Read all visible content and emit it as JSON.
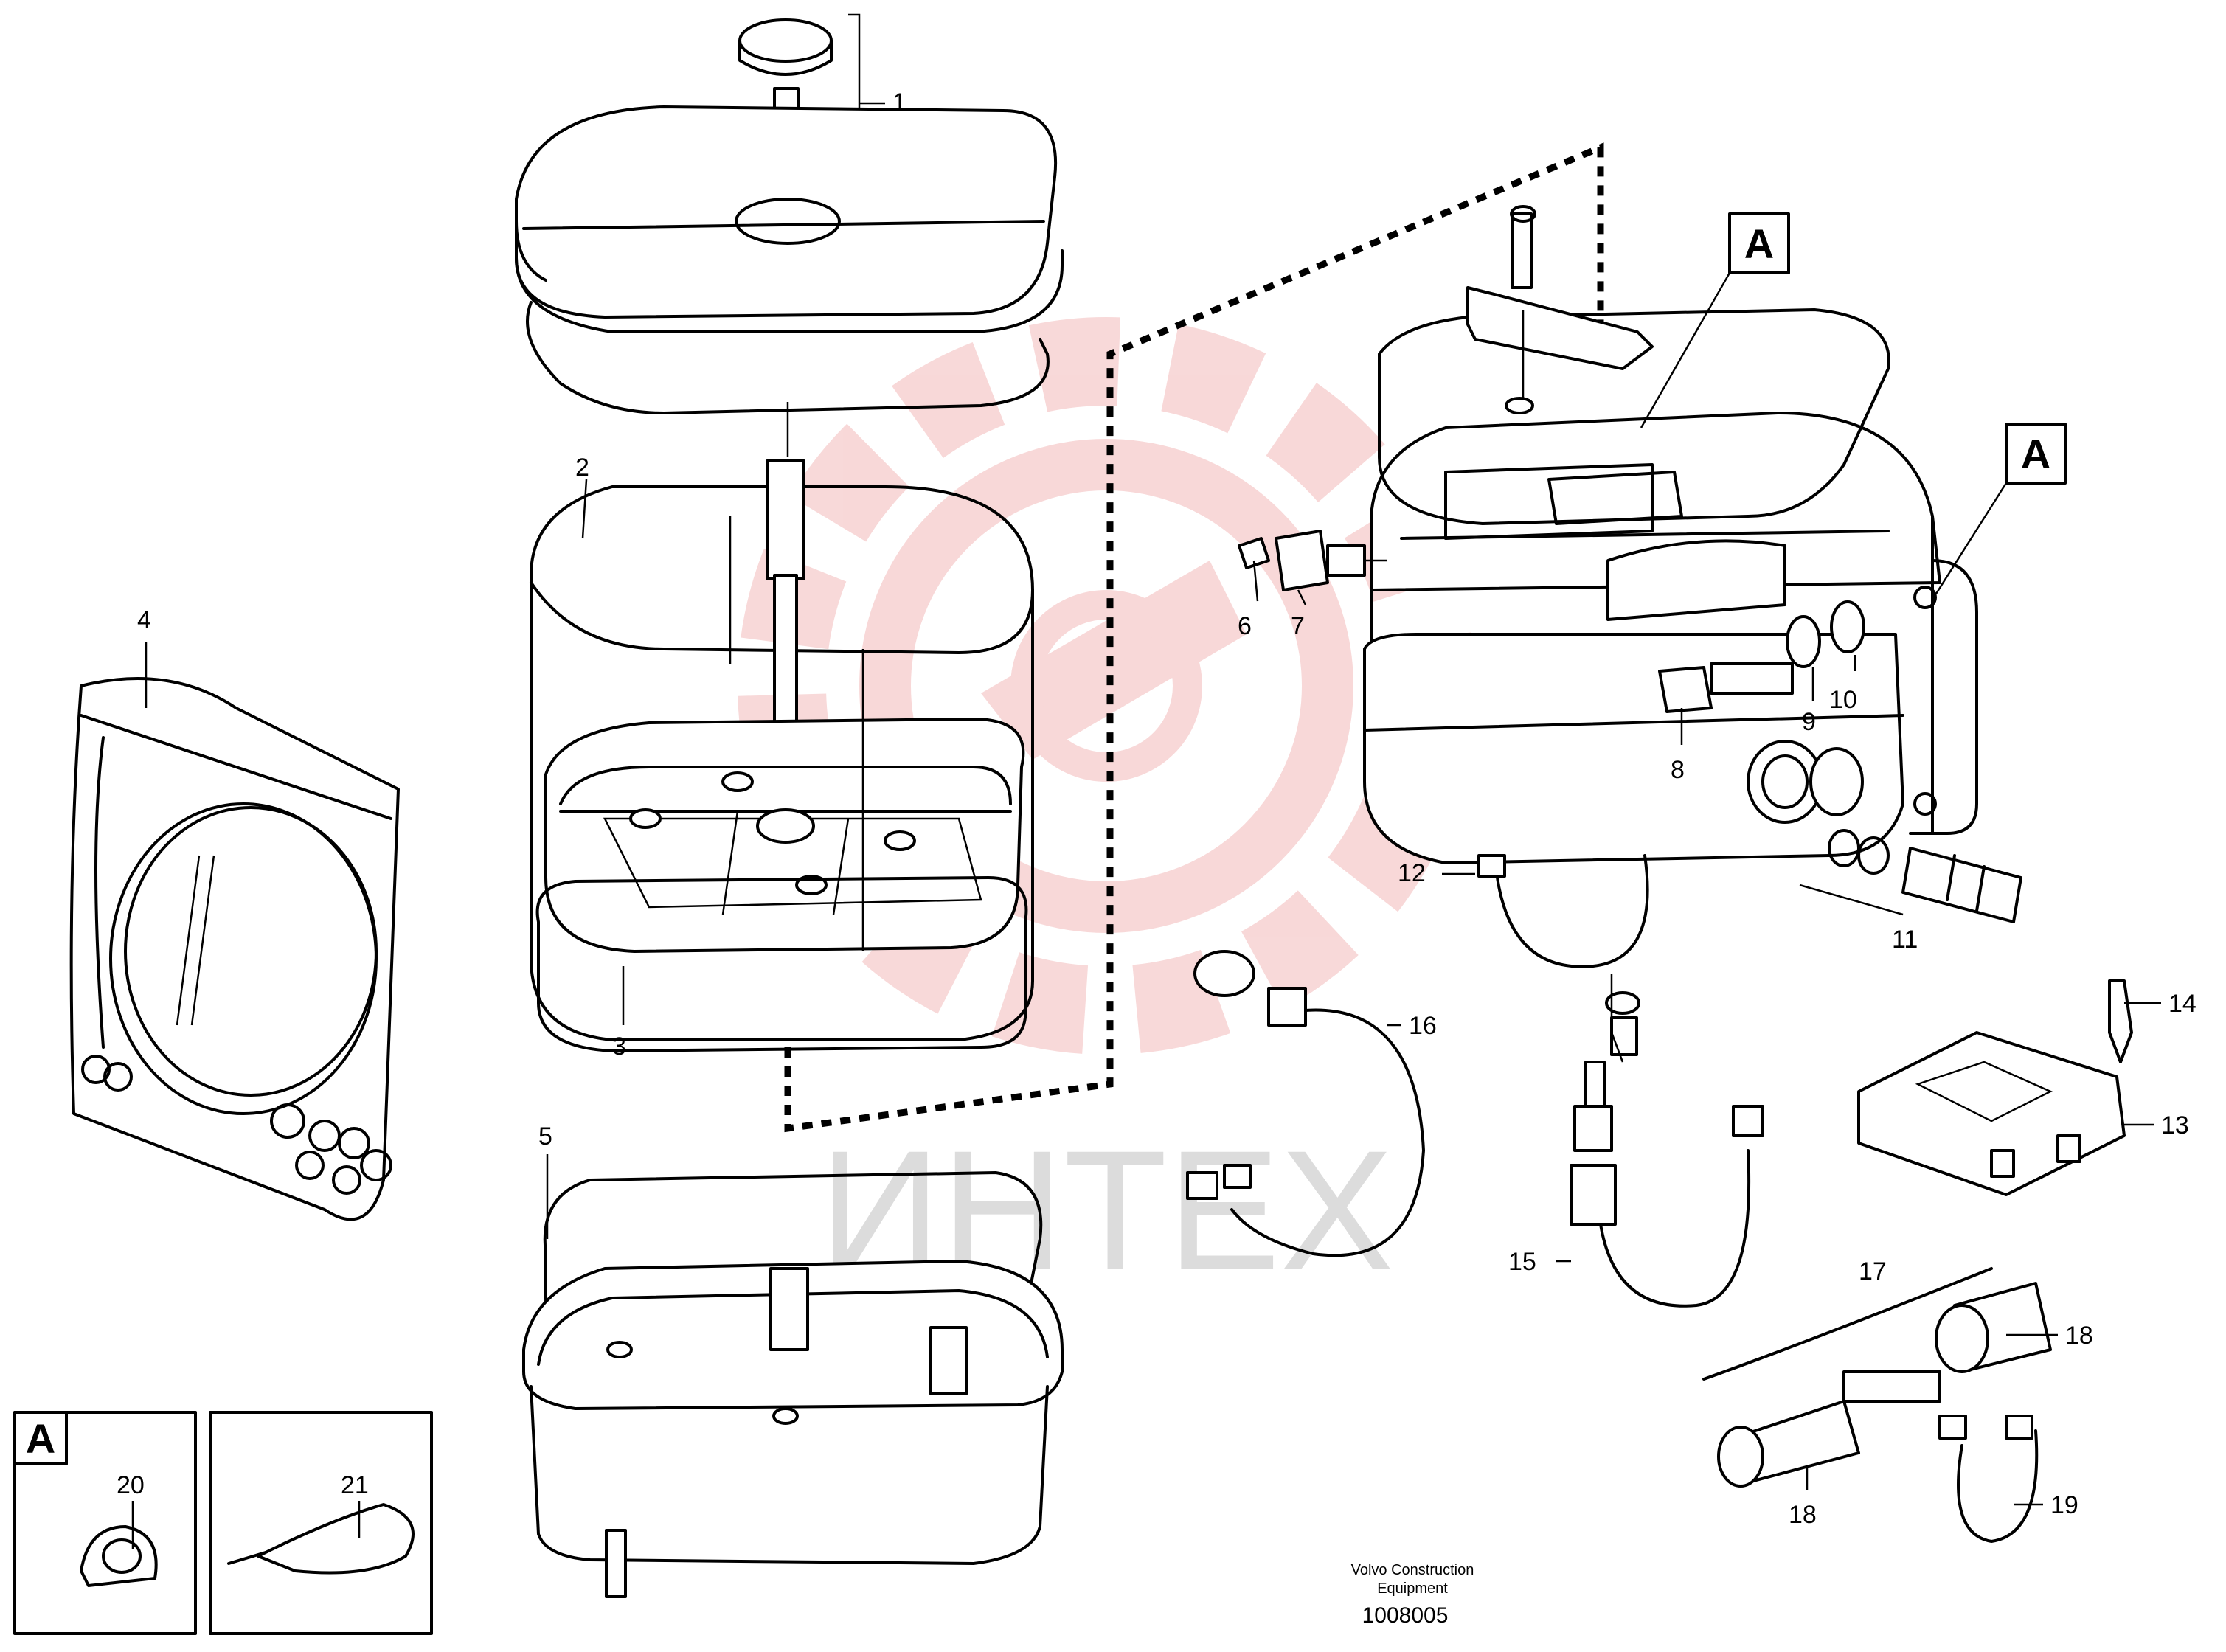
{
  "diagram": {
    "callouts": [
      "1",
      "2",
      "3",
      "4",
      "5",
      "6",
      "7",
      "8",
      "9",
      "10",
      "11",
      "12",
      "13",
      "14",
      "15",
      "16",
      "17",
      "18",
      "18",
      "19",
      "20",
      "21"
    ],
    "reference_marker": "A",
    "publisher": "Volvo Construction Equipment",
    "publisher_line1": "Volvo Construction",
    "publisher_line2": "Equipment",
    "drawing_number": "1008005",
    "watermark": {
      "text": "ИНТЕХ",
      "color": "#e8c0c0",
      "logo": "gear-logo"
    }
  }
}
